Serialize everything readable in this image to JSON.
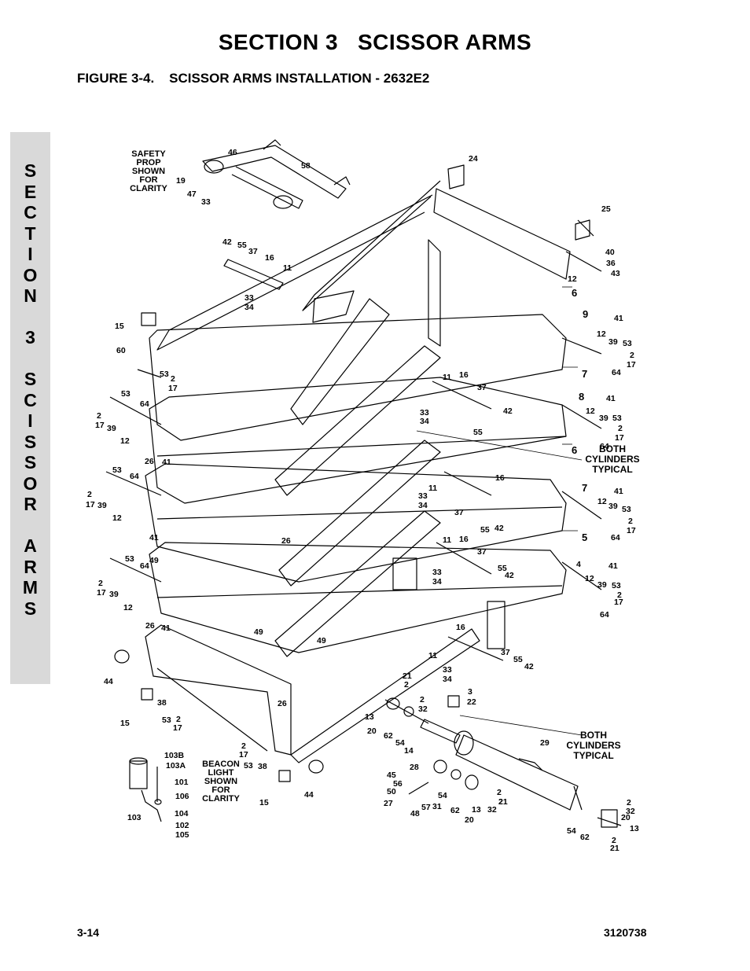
{
  "header": {
    "section_title": "SECTION 3   SCISSOR ARMS",
    "figure_title": "FIGURE 3-4.    SCISSOR ARMS INSTALLATION - 2632E2"
  },
  "side_tab": {
    "letters": [
      "S",
      "E",
      "C",
      "T",
      "I",
      "O",
      "N",
      "",
      "3",
      "",
      "S",
      "C",
      "I",
      "S",
      "S",
      "O",
      "R",
      "",
      "A",
      "R",
      "M",
      "S"
    ]
  },
  "notes": {
    "safety_prop": "SAFETY\nPROP\nSHOWN\nFOR\nCLARITY",
    "beacon_light": "BEACON\nLIGHT\nSHOWN\nFOR\nCLARITY",
    "both_cylinders_upper": "BOTH\nCYLINDERS\nTYPICAL",
    "both_cylinders_lower": "BOTH\nCYLINDERS\nTYPICAL"
  },
  "callouts": [
    "46",
    "19",
    "47",
    "33",
    "58",
    "24",
    "25",
    "40",
    "36",
    "43",
    "12",
    "6",
    "42",
    "55",
    "37",
    "16",
    "11",
    "33",
    "34",
    "15",
    "60",
    "53",
    "2",
    "17",
    "53",
    "64",
    "2",
    "17",
    "39",
    "12",
    "26",
    "41",
    "9",
    "41",
    "12",
    "39",
    "53",
    "2",
    "17",
    "64",
    "7",
    "11",
    "16",
    "37",
    "42",
    "33",
    "34",
    "55",
    "8",
    "41",
    "12",
    "39",
    "53",
    "2",
    "17",
    "64",
    "6",
    "53",
    "64",
    "2",
    "17",
    "39",
    "12",
    "41",
    "11",
    "16",
    "33",
    "34",
    "37",
    "55",
    "42",
    "7",
    "41",
    "12",
    "39",
    "53",
    "2",
    "17",
    "64",
    "5",
    "26",
    "11",
    "16",
    "37",
    "33",
    "34",
    "55",
    "42",
    "53",
    "49",
    "64",
    "2",
    "17",
    "39",
    "12",
    "4",
    "41",
    "12",
    "39",
    "53",
    "2",
    "17",
    "64",
    "26",
    "41",
    "49",
    "49",
    "16",
    "11",
    "37",
    "55",
    "42",
    "33",
    "34",
    "44",
    "38",
    "15",
    "53",
    "2",
    "17",
    "21",
    "2",
    "2",
    "32",
    "3",
    "22",
    "13",
    "20",
    "62",
    "54",
    "14",
    "26",
    "2",
    "17",
    "53",
    "38",
    "44",
    "15",
    "29",
    "103B",
    "103A",
    "101",
    "106",
    "104",
    "103",
    "102",
    "105",
    "28",
    "45",
    "56",
    "50",
    "27",
    "48",
    "57",
    "31",
    "54",
    "62",
    "13",
    "20",
    "2",
    "32",
    "2",
    "21",
    "2",
    "32",
    "20",
    "13",
    "54",
    "62",
    "2",
    "21"
  ],
  "footer": {
    "page_number": "3-14",
    "doc_number": "3120738"
  }
}
